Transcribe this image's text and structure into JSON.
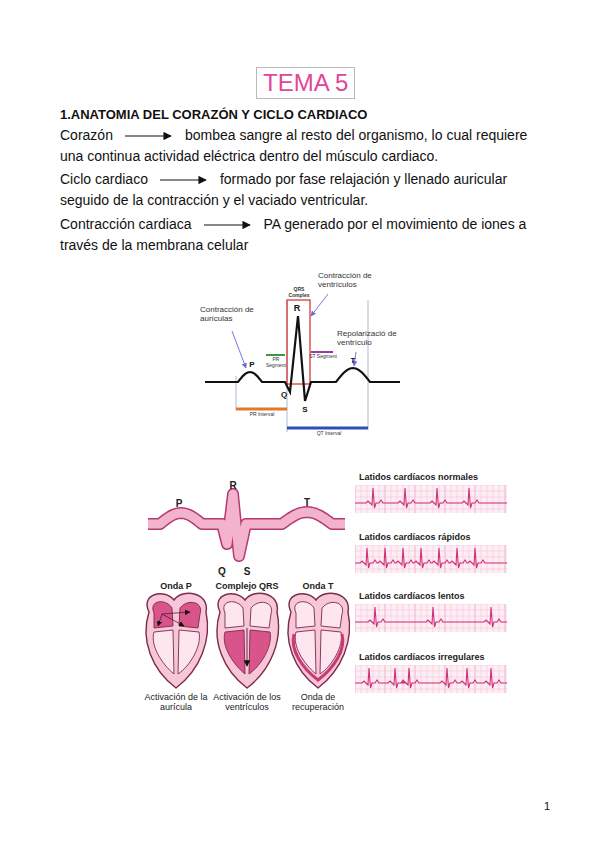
{
  "diagram": {
    "title": "TEMA 5",
    "nodes": [
      {
        "text": [
          "Latidos cardíacos normales"
        ]
      },
      {
        "text": [
          "Latidos cardíacos rápidos"
        ]
      },
      {
        "text": [
          "Latidos cardíacos lentos"
        ]
      },
      {
        "text": [
          "Latidos cardíacos irregulares"
        ]
      }
    ],
    "labels": [
      "1.ANATOMIA DEL CORAZÓN Y CICLO CARDIACO",
      "Corazón",
      "bombea sangre al resto del organismo, lo cual requiere una continua actividad eléctrica dentro del músculo cardiaco.",
      "Ciclo cardiaco",
      "formado por fase relajación y llenado auricular seguido de la contracción y el vaciado ventricular.",
      "Contracción cardiaca",
      "PA generado por el movimiento de iones a través de la membrana celular",
      "Contracción de ventrículos",
      "QRS Complex",
      "R",
      "Contracción de aurículas",
      "Repolarizació de ventrículo",
      "PR Segment",
      "ST Segment",
      "P",
      "T",
      "Q",
      "S",
      "PR Interval",
      "QT Interval",
      "R",
      "P",
      "T",
      "Q",
      "S",
      "Onda P",
      "Complejo QRS",
      "Onda T",
      "Activación de la aurícula",
      "Activación de los ventrículos",
      "Onda de recuperación",
      "1"
    ]
  }
}
